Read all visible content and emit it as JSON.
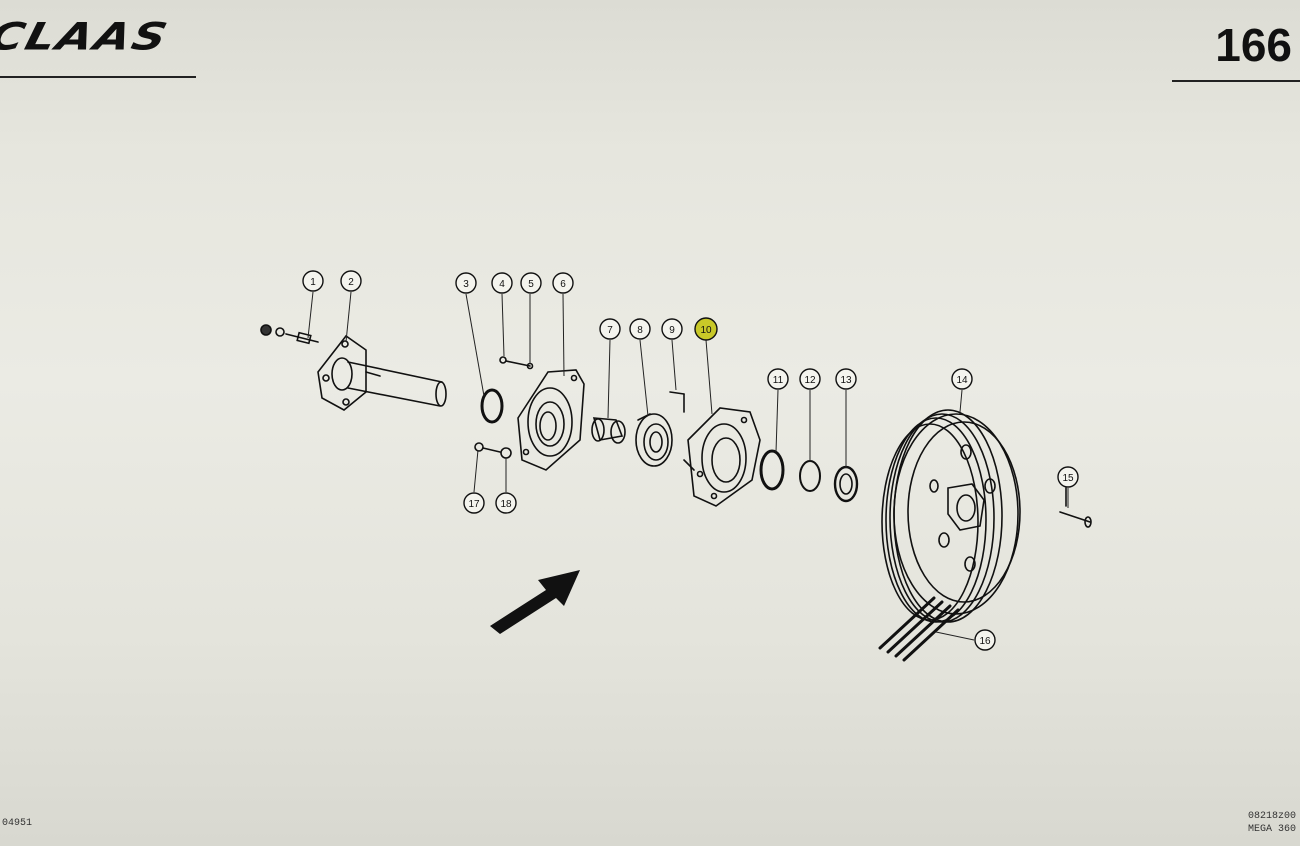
{
  "header": {
    "brand": "CLAAS",
    "page_number": "166"
  },
  "callouts": [
    "1",
    "2",
    "3",
    "4",
    "5",
    "6",
    "7",
    "8",
    "9",
    "10",
    "11",
    "12",
    "13",
    "14",
    "15",
    "16",
    "17",
    "18"
  ],
  "highlight_color": "#c8c828",
  "footer": {
    "left_code": "04951",
    "right_code": "08218z00",
    "right_model": "MEGA 360"
  }
}
